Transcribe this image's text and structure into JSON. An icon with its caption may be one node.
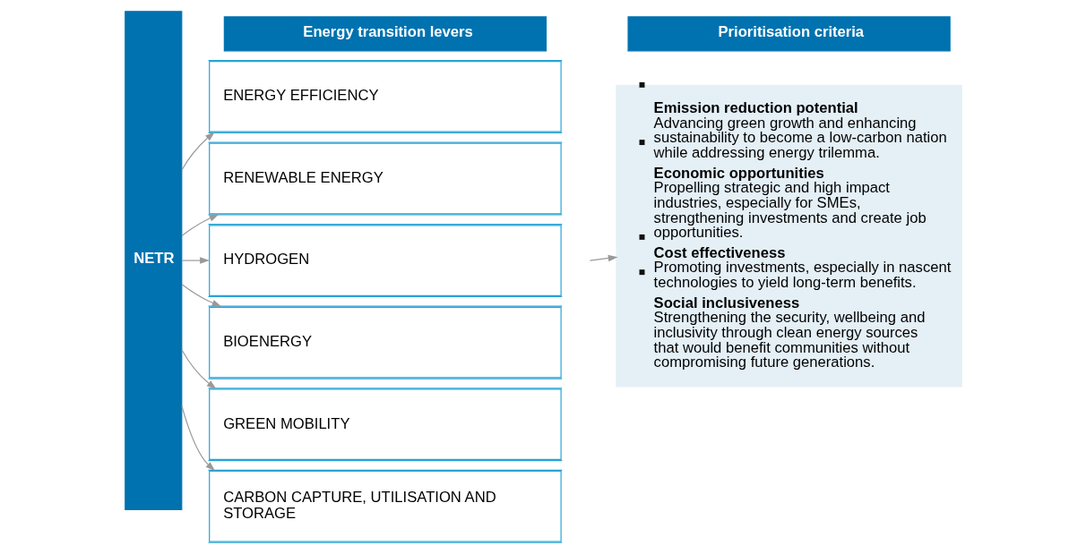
{
  "diagram": {
    "nodes": [
      {
        "text": [
          "Energy transition levers"
        ]
      },
      {
        "text": [
          "Prioritisation criteria"
        ]
      },
      {
        "text": [
          "NETR"
        ]
      },
      {
        "text": [
          "ENERGY EFFICIENCY"
        ]
      },
      {
        "text": [
          "RENEWABLE ENERGY"
        ]
      },
      {
        "text": [
          "HYDROGEN"
        ]
      },
      {
        "text": [
          "BIOENERGY"
        ]
      },
      {
        "text": [
          "GREEN MOBILITY"
        ]
      },
      {
        "text": [
          "CARBON CAPTURE, UTILISATION AND STORAGE"
        ]
      },
      {
        "text": [
          "Emission reduction potential",
          "Advancing green growth and enhancing sustainability to become a low-carbon nation while addressing energy trilemma.",
          "Economic opportunities",
          "Propelling strategic and high impact industries, especially for SMEs, strengthening investments and create job opportunities.",
          "Cost effectiveness",
          "Promoting investments, especially in nascent technologies to yield long-term benefits.",
          "Social inclusiveness",
          "Strengthening the security, wellbeing and inclusivity through clean energy sources that would benefit communities without compromising future generations."
        ]
      }
    ],
    "edges": [
      {
        "from": 2,
        "to": 3,
        "arrow": "to"
      },
      {
        "from": 2,
        "to": 4,
        "arrow": "to"
      },
      {
        "from": 2,
        "to": 5,
        "arrow": "to"
      },
      {
        "from": 2,
        "to": 6,
        "arrow": "to"
      },
      {
        "from": 2,
        "to": 7,
        "arrow": "to"
      },
      {
        "from": 2,
        "to": 8,
        "arrow": "to"
      },
      {
        "from": null,
        "to": 9,
        "arrow": "to"
      }
    ]
  }
}
